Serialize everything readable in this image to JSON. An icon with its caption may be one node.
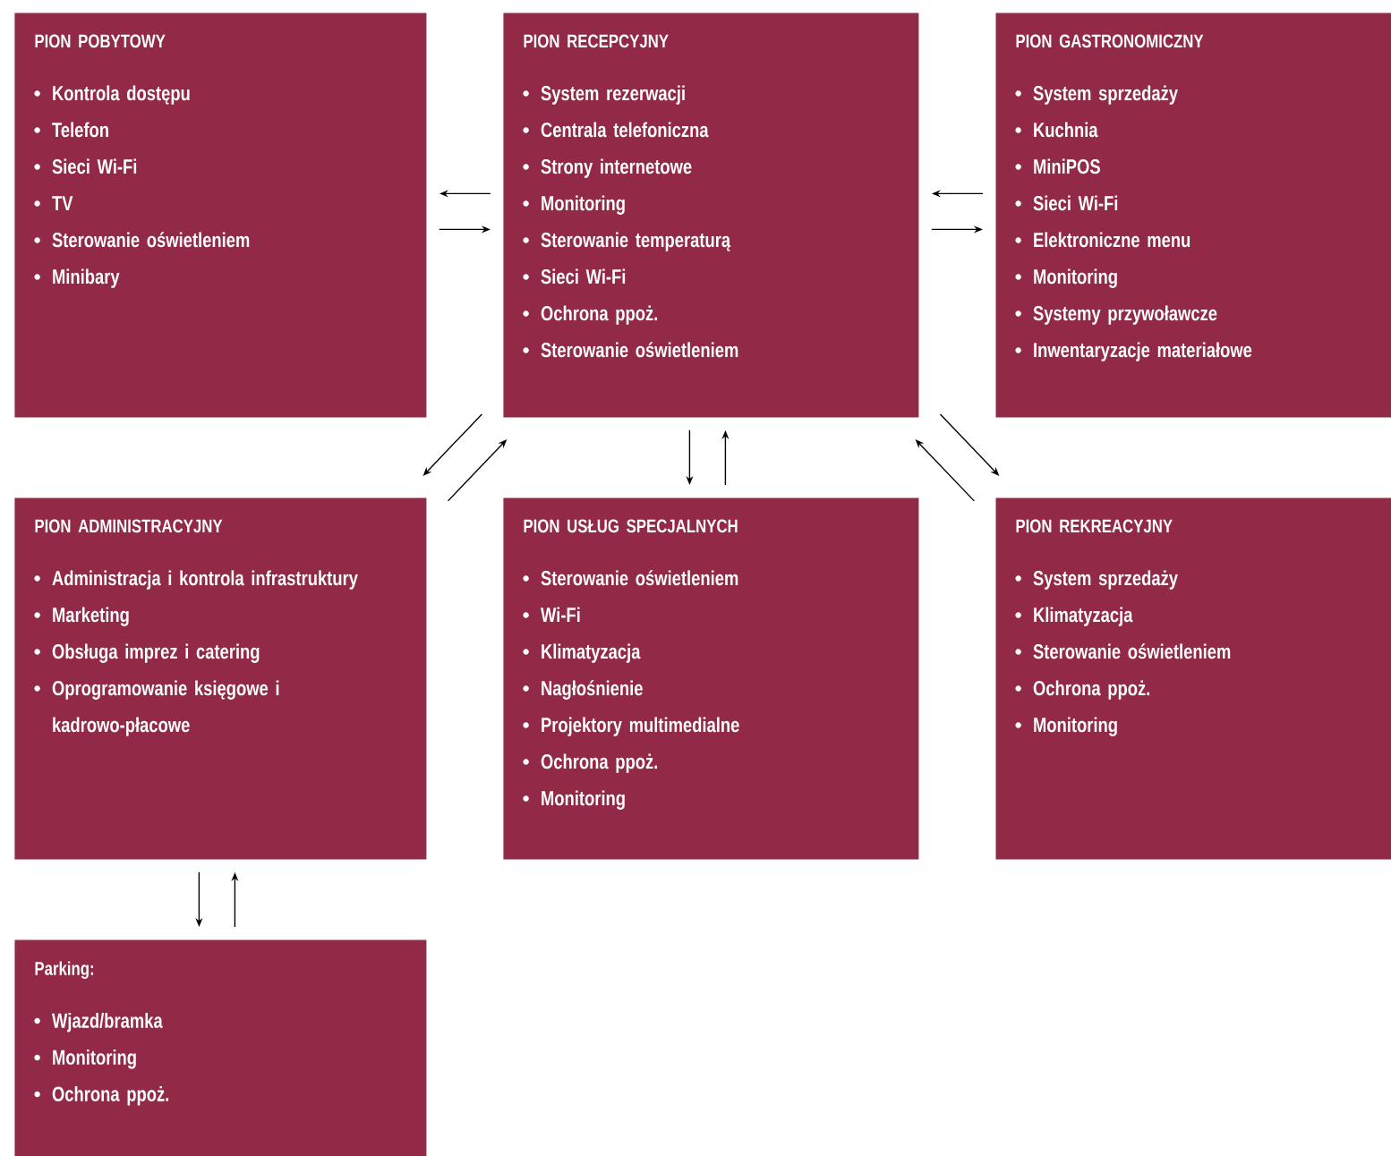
{
  "diagram": {
    "nodes": [
      {
        "text": [
          "PION POBYTOWY",
          "Kontrola dostępu",
          "Telefon",
          "Sieci Wi-Fi",
          "TV",
          "Sterowanie oświetleniem",
          "Minibary"
        ]
      },
      {
        "text": [
          "PION RECEPCYJNY",
          "System rezerwacji",
          "Centrala telefoniczna",
          "Strony internetowe",
          "Monitoring",
          "Sterowanie temperaturą",
          "Sieci Wi-Fi",
          "Ochrona ppoż.",
          "Sterowanie oświetleniem"
        ]
      },
      {
        "text": [
          "PION GASTRONOMICZNY",
          "System sprzedaży",
          "Kuchnia",
          "MiniPOS",
          "Sieci Wi-Fi",
          "Elektroniczne menu",
          "Monitoring",
          "Systemy przywoławcze",
          "Inwentaryzacje materiałowe"
        ]
      },
      {
        "text": [
          "PION ADMINISTRACYJNY",
          "Administracja i kontrola infrastruktury",
          "Marketing",
          "Obsługa imprez i catering",
          "Oprogramowanie księgowe i kadrowo-płacowe"
        ]
      },
      {
        "text": [
          "PION USŁUG SPECJALNYCH",
          "Sterowanie oświetleniem",
          "Wi-Fi",
          "Klimatyzacja",
          "Nagłośnienie",
          "Projektory multimedialne",
          "Ochrona ppoż.",
          "Monitoring"
        ]
      },
      {
        "text": [
          "PION REKREACYJNY",
          "System sprzedaży",
          "Klimatyzacja",
          "Sterowanie oświetleniem",
          "Ochrona ppoż.",
          "Monitoring"
        ]
      },
      {
        "text": [
          "Parking:",
          "Wjazd/bramka",
          "Monitoring",
          "Ochrona ppoż."
        ]
      }
    ],
    "edges": [
      {
        "from": 1,
        "to": 0,
        "arrow": "to"
      },
      {
        "from": 0,
        "to": 1,
        "arrow": "to"
      },
      {
        "from": 2,
        "to": 1,
        "arrow": "to"
      },
      {
        "from": 1,
        "to": 2,
        "arrow": "to"
      },
      {
        "from": 1,
        "to": 3,
        "arrow": "to"
      },
      {
        "from": 3,
        "to": 1,
        "arrow": "to"
      },
      {
        "from": 1,
        "to": 4,
        "arrow": "to"
      },
      {
        "from": 4,
        "to": 1,
        "arrow": "to"
      },
      {
        "from": 5,
        "to": 1,
        "arrow": "to"
      },
      {
        "from": 1,
        "to": 5,
        "arrow": "to"
      },
      {
        "from": 3,
        "to": 6,
        "arrow": "to"
      },
      {
        "from": 6,
        "to": 3,
        "arrow": "to"
      }
    ]
  }
}
